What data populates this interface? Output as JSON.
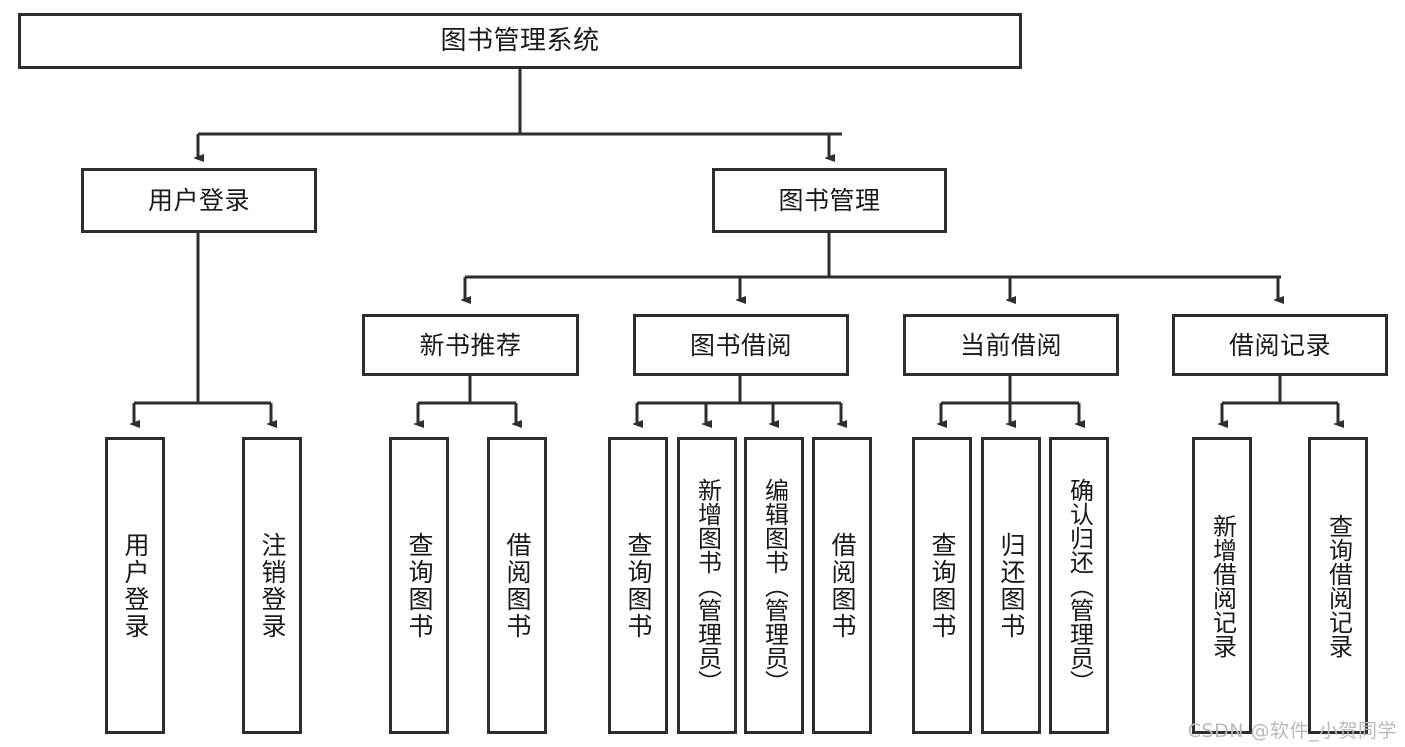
{
  "diagram": {
    "title": "图书管理系统",
    "root": {
      "id": "root",
      "label": "图书管理系统"
    },
    "level2": [
      {
        "id": "user-login",
        "label": "用户登录"
      },
      {
        "id": "book-manage",
        "label": "图书管理"
      }
    ],
    "level3": [
      {
        "id": "new-book-recommend",
        "label": "新书推荐"
      },
      {
        "id": "book-borrow",
        "label": "图书借阅"
      },
      {
        "id": "current-borrow",
        "label": "当前借阅"
      },
      {
        "id": "borrow-record",
        "label": "借阅记录"
      }
    ],
    "leaves": [
      {
        "id": "leaf-user-login",
        "label": "用户登录",
        "parent": "user-login"
      },
      {
        "id": "leaf-user-logout",
        "label": "注销登录",
        "parent": "user-login"
      },
      {
        "id": "leaf-query-book-1",
        "label": "查询图书",
        "parent": "new-book-recommend"
      },
      {
        "id": "leaf-borrow-book-1",
        "label": "借阅图书",
        "parent": "new-book-recommend"
      },
      {
        "id": "leaf-query-book-2",
        "label": "查询图书",
        "parent": "book-borrow"
      },
      {
        "id": "leaf-add-book",
        "label": "新增图书（管理员）",
        "parent": "book-borrow"
      },
      {
        "id": "leaf-edit-book",
        "label": "编辑图书（管理员）",
        "parent": "book-borrow"
      },
      {
        "id": "leaf-borrow-book-2",
        "label": "借阅图书",
        "parent": "book-borrow"
      },
      {
        "id": "leaf-query-book-3",
        "label": "查询图书",
        "parent": "current-borrow"
      },
      {
        "id": "leaf-return-book",
        "label": "归还图书",
        "parent": "current-borrow"
      },
      {
        "id": "leaf-confirm-return",
        "label": "确认归还（管理员）",
        "parent": "current-borrow"
      },
      {
        "id": "leaf-add-record",
        "label": "新增借阅记录",
        "parent": "borrow-record"
      },
      {
        "id": "leaf-query-record",
        "label": "查询借阅记录",
        "parent": "borrow-record"
      }
    ],
    "watermark": "CSDN @软件_小贺同学",
    "colors": {
      "stroke": "#2e2e2e",
      "text": "#1a1a1a",
      "background": "#ffffff",
      "watermark": "#b9b9b9"
    }
  }
}
